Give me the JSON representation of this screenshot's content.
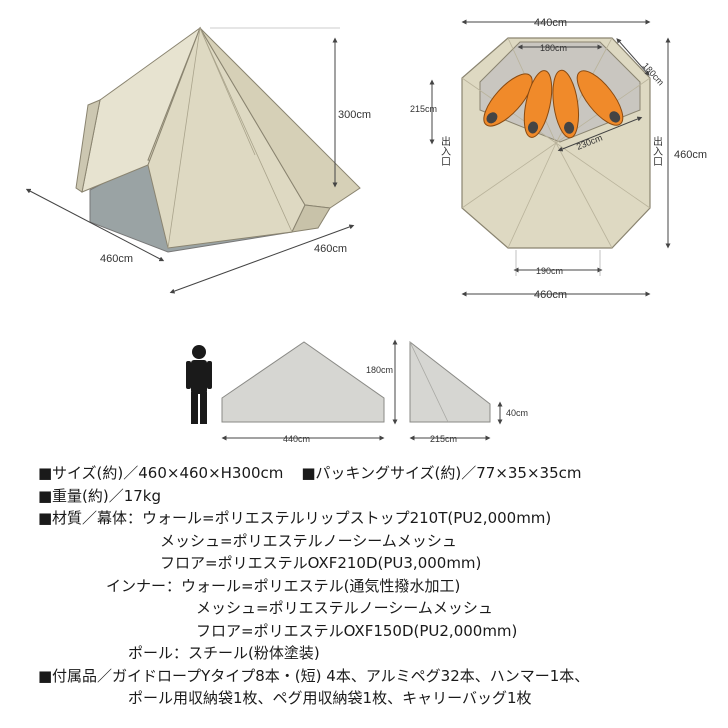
{
  "dimensions": {
    "side_view": {
      "height": "300cm",
      "width": "460cm",
      "depth": "460cm"
    },
    "top_view": {
      "width_top": "440cm",
      "inner_width": "180cm",
      "diagonal": "180cm",
      "inner_depth": "215cm",
      "inner_length": "230cm",
      "total_depth": "460cm",
      "door_left": "出入口",
      "door_right": "出入口",
      "door_width": "190cm",
      "total_width": "460cm"
    },
    "front_profile": {
      "height": "180cm",
      "base": "440cm"
    },
    "side_profile": {
      "low_height": "40cm",
      "base": "215cm"
    }
  },
  "specs": {
    "bullet": "■",
    "size": "サイズ(約)／460×460×H300cm",
    "packing": "パッキングサイズ(約)／77×35×35cm",
    "weight": "重量(約)／17kg",
    "material_label": "材質／幕体：",
    "fly_wall": "ウォール=ポリエステルリップストップ210T(PU2,000mm)",
    "fly_mesh": "メッシュ=ポリエステルノーシームメッシュ",
    "fly_floor": "フロア=ポリエステルOXF210D(PU3,000mm)",
    "inner_label": "インナー：",
    "inner_wall": "ウォール=ポリエステル(通気性撥水加工)",
    "inner_mesh": "メッシュ=ポリエステルノーシームメッシュ",
    "inner_floor": "フロア=ポリエステルOXF150D(PU2,000mm)",
    "pole": "ポール：スチール(粉体塗装)",
    "accessories_1": "付属品／ガイドロープYタイプ8本・(短) 4本、アルミペグ32本、ハンマー1本、",
    "accessories_2": "ポール用収納袋1枚、ペグ用収納袋1枚、キャリーバッグ1枚"
  },
  "colors": {
    "tent_canvas": "#ded9c2",
    "tent_floor": "#9aa3a4",
    "sleeping_bag": "#f08a2a",
    "inner_floor": "#c9c6c0",
    "profile_fill": "#d6d6d2"
  }
}
